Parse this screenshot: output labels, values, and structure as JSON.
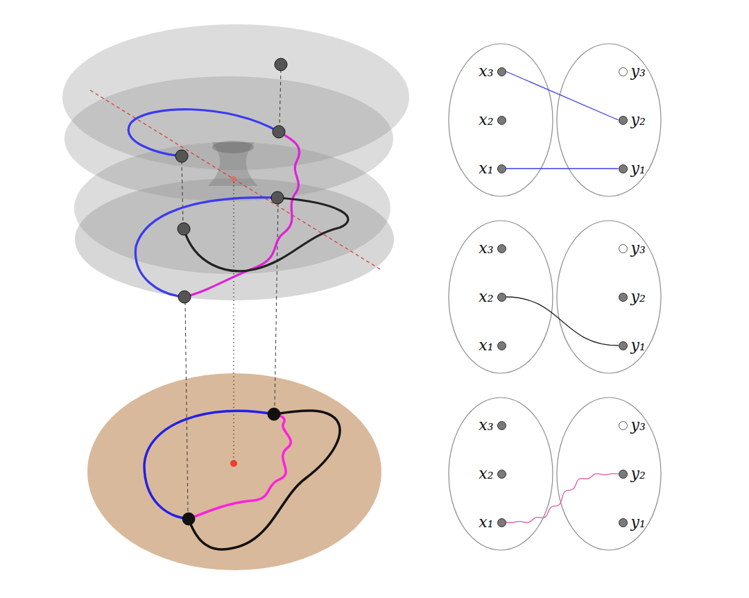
{
  "diagram": {
    "nodes": [
      {
        "text": [
          "x₃"
        ]
      },
      {
        "text": [
          "y₃"
        ]
      },
      {
        "text": [
          "x₂"
        ]
      },
      {
        "text": [
          "y₂"
        ]
      },
      {
        "text": [
          "x₁"
        ]
      },
      {
        "text": [
          "y₁"
        ]
      },
      {
        "text": [
          "x₃"
        ]
      },
      {
        "text": [
          "y₃"
        ]
      },
      {
        "text": [
          "x₂"
        ]
      },
      {
        "text": [
          "y₂"
        ]
      },
      {
        "text": [
          "x₁"
        ]
      },
      {
        "text": [
          "y₁"
        ]
      },
      {
        "text": [
          "x₃"
        ]
      },
      {
        "text": [
          "y₃"
        ]
      },
      {
        "text": [
          "x₂"
        ]
      },
      {
        "text": [
          "y₂"
        ]
      },
      {
        "text": [
          "x₁"
        ]
      },
      {
        "text": [
          "y₁"
        ]
      }
    ],
    "edges": [
      {
        "from": 0,
        "to": 3,
        "arrow": "none"
      },
      {
        "from": 4,
        "to": 5,
        "arrow": "none"
      },
      {
        "from": 8,
        "to": 11,
        "arrow": "none"
      },
      {
        "from": 16,
        "to": 15,
        "arrow": "none"
      }
    ]
  }
}
